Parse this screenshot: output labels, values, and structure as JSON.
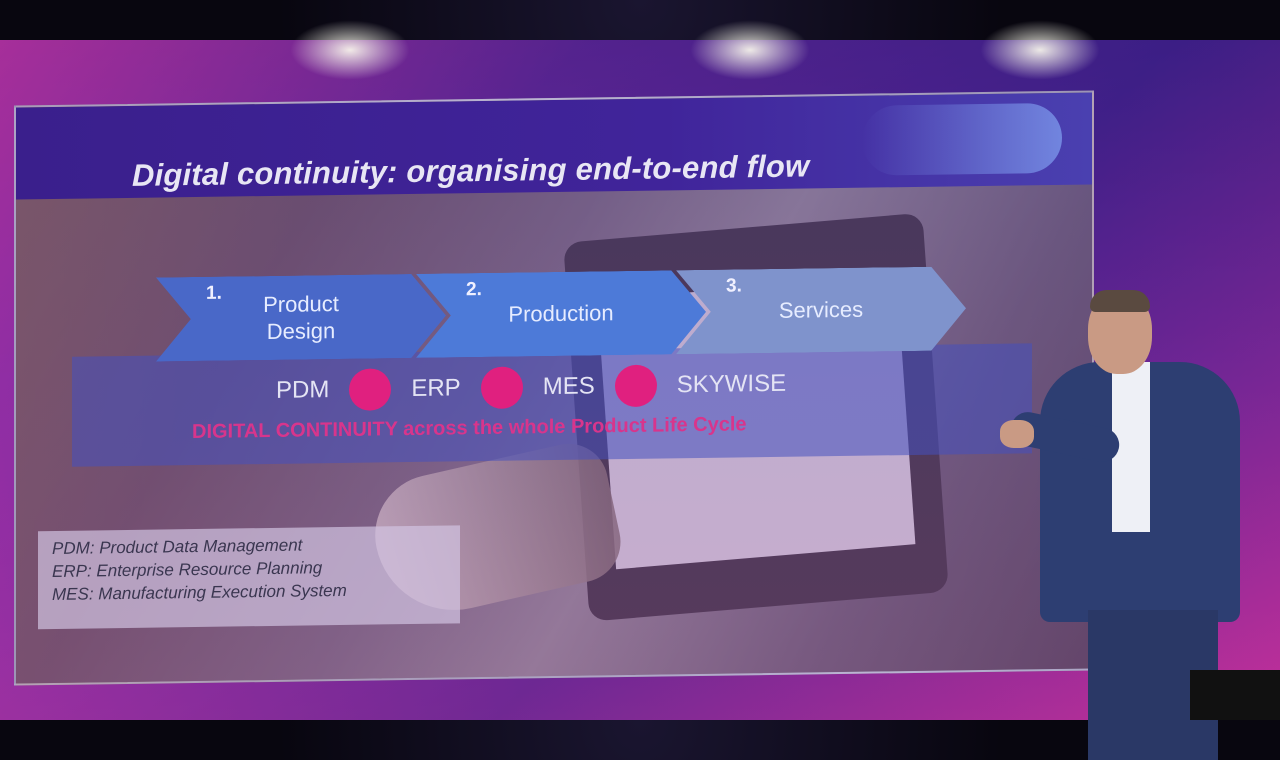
{
  "slide": {
    "title": "Digital continuity: organising end-to-end flow",
    "steps": [
      {
        "number": "1.",
        "label": "Product Design"
      },
      {
        "number": "2.",
        "label": "Production"
      },
      {
        "number": "3.",
        "label": "Services"
      }
    ],
    "systems": [
      "PDM",
      "ERP",
      "MES",
      "SKYWISE"
    ],
    "tagline": "DIGITAL CONTINUITY across the whole Product Life Cycle",
    "legend": [
      "PDM: Product Data Management",
      "ERP: Enterprise Resource Planning",
      "MES: Manufacturing Execution System"
    ],
    "colors": {
      "title_bar": "#3a1f8c",
      "step1": "#4968c8",
      "step2": "#4d7ad8",
      "step3": "#7f93cc",
      "accent_pink": "#e0207f"
    }
  }
}
